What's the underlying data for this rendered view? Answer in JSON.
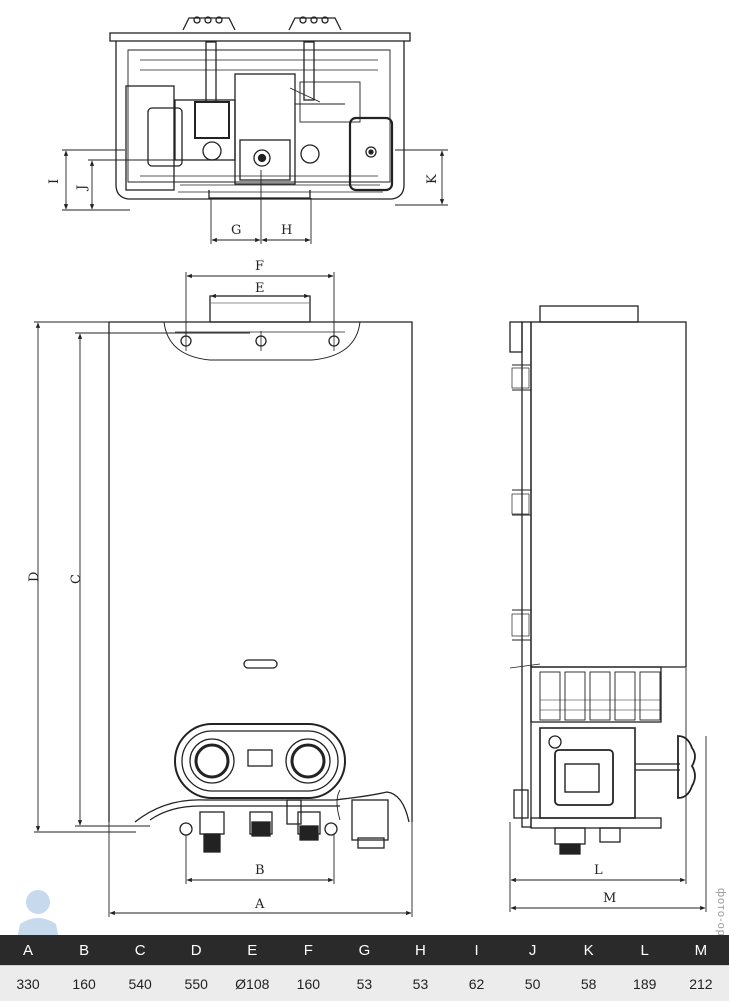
{
  "diagram": {
    "top_view_labels": {
      "I": "I",
      "J": "J",
      "K": "K",
      "G": "G",
      "H": "H"
    },
    "front_view_labels": {
      "F": "F",
      "E": "E",
      "D": "D",
      "C": "C",
      "B": "B",
      "A": "A"
    },
    "side_view_labels": {
      "L": "L",
      "M": "M"
    }
  },
  "spec_table": {
    "headers": [
      "A",
      "B",
      "C",
      "D",
      "E",
      "F",
      "G",
      "H",
      "I",
      "J",
      "K",
      "L",
      "M"
    ],
    "values": [
      "330",
      "160",
      "540",
      "550",
      "Ø108",
      "160",
      "53",
      "53",
      "62",
      "50",
      "58",
      "189",
      "212"
    ]
  },
  "watermark": "фото-оригинал"
}
